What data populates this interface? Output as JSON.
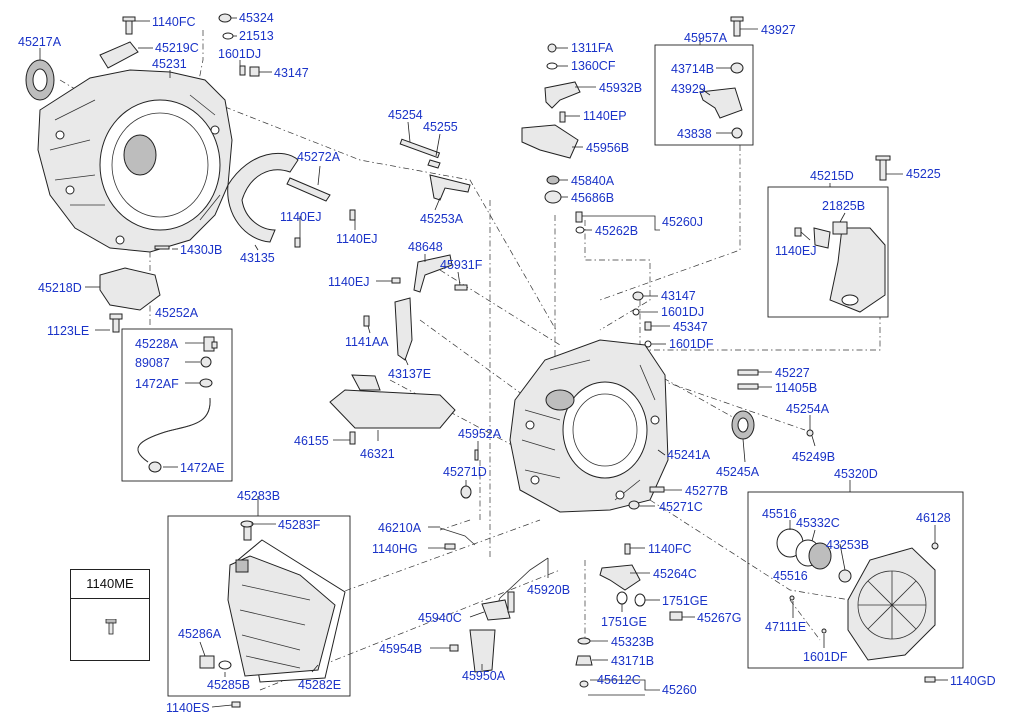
{
  "legend": {
    "title": "1140ME"
  },
  "labels": {
    "l1140FC_top": "1140FC",
    "l45324": "45324",
    "l21513": "21513",
    "l45217A": "45217A",
    "l45219C": "45219C",
    "l1601DJ_top": "1601DJ",
    "l45231": "45231",
    "l43147_top": "43147",
    "l45272A": "45272A",
    "l1140EJ_a": "1140EJ",
    "l1140EJ_b": "1140EJ",
    "l1430JB": "1430JB",
    "l43135": "43135",
    "l45218D": "45218D",
    "l45252A": "45252A",
    "l1123LE": "1123LE",
    "l45228A": "45228A",
    "l89087": "89087",
    "l1472AF": "1472AF",
    "l1472AE": "1472AE",
    "l45254": "45254",
    "l45255": "45255",
    "l45253A": "45253A",
    "l48648": "48648",
    "l45931F": "45931F",
    "l1140EJ_c": "1140EJ",
    "l1141AA": "1141AA",
    "l43137E": "43137E",
    "l46155": "46155",
    "l46321": "46321",
    "l45952A": "45952A",
    "l45271D": "45271D",
    "l46210A": "46210A",
    "l1140HG": "1140HG",
    "l45283B": "45283B",
    "l45283F": "45283F",
    "l45286A": "45286A",
    "l45285B": "45285B",
    "l45282E": "45282E",
    "l1140ES": "1140ES",
    "l1311FA": "1311FA",
    "l1360CF": "1360CF",
    "l45932B": "45932B",
    "l1140EP": "1140EP",
    "l45956B": "45956B",
    "l45840A": "45840A",
    "l45686B": "45686B",
    "l45260J": "45260J",
    "l45262B": "45262B",
    "l45957A": "45957A",
    "l43927": "43927",
    "l43714B": "43714B",
    "l43929": "43929",
    "l43838": "43838",
    "l45215D": "45215D",
    "l45225": "45225",
    "l21825B": "21825B",
    "l1140EJ_d": "1140EJ",
    "l43147_mid": "43147",
    "l1601DJ_mid": "1601DJ",
    "l45347": "45347",
    "l1601DF_mid": "1601DF",
    "l45227": "45227",
    "l11405B": "11405B",
    "l45254A": "45254A",
    "l45249B": "45249B",
    "l45241A": "45241A",
    "l45245A": "45245A",
    "l45277B": "45277B",
    "l45271C": "45271C",
    "l45320D": "45320D",
    "l45516_a": "45516",
    "l45332C": "45332C",
    "l46128": "46128",
    "l43253B": "43253B",
    "l45516_b": "45516",
    "l47111E": "47111E",
    "l1601DF_low": "1601DF",
    "l1140GD": "1140GD",
    "l1140FC_low": "1140FC",
    "l45264C": "45264C",
    "l45920B": "45920B",
    "l1751GE_a": "1751GE",
    "l1751GE_b": "1751GE",
    "l45267G": "45267G",
    "l45940C": "45940C",
    "l45323B": "45323B",
    "l43171B": "43171B",
    "l45954B": "45954B",
    "l45950A": "45950A",
    "l45612C": "45612C",
    "l45260": "45260"
  }
}
